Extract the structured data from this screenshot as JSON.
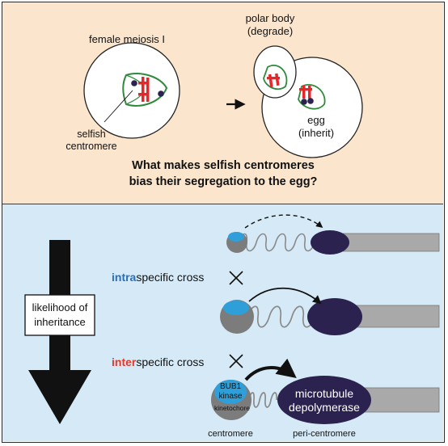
{
  "top": {
    "label_meiosis": "female meiosis I",
    "label_polar_line1": "polar body",
    "label_polar_line2": "(degrade)",
    "label_egg_line1": "egg",
    "label_egg_line2": "(inherit)",
    "label_selfish_line1": "selfish",
    "label_selfish_line2": "centromere",
    "question_line1": "What makes selfish centromeres",
    "question_line2": "bias their segregation to the egg?"
  },
  "bottom": {
    "inheritance_line1": "likelihood of",
    "inheritance_line2": "inheritance",
    "intra_prefix": "intra",
    "intra_rest": "specific cross",
    "inter_prefix": "inter",
    "inter_rest": "specific cross",
    "bub1_line1": "BUB1",
    "bub1_line2": "kinase",
    "kinetochore": "kinetochore",
    "mt_line1": "microtubule",
    "mt_line2": "depolymerase",
    "centromere": "centromere",
    "pericentromere": "peri-centromere"
  },
  "colors": {
    "top_bg": "#fbe6cd",
    "bottom_bg": "#d5eaf6",
    "chromosome_red": "#e8262a",
    "spindle_green": "#2f8a3c",
    "kinetochore_blue": "#2f9fd9",
    "centromere_grey": "#7c7c7c",
    "depolymerase_navy": "#2b2250",
    "intra_blue": "#2b6fb8",
    "inter_red": "#e03a2f"
  },
  "icons": [
    "right-arrow-icon",
    "down-arrow-icon",
    "cross-icon",
    "curved-arrow-icon",
    "dashed-arrow-icon"
  ]
}
